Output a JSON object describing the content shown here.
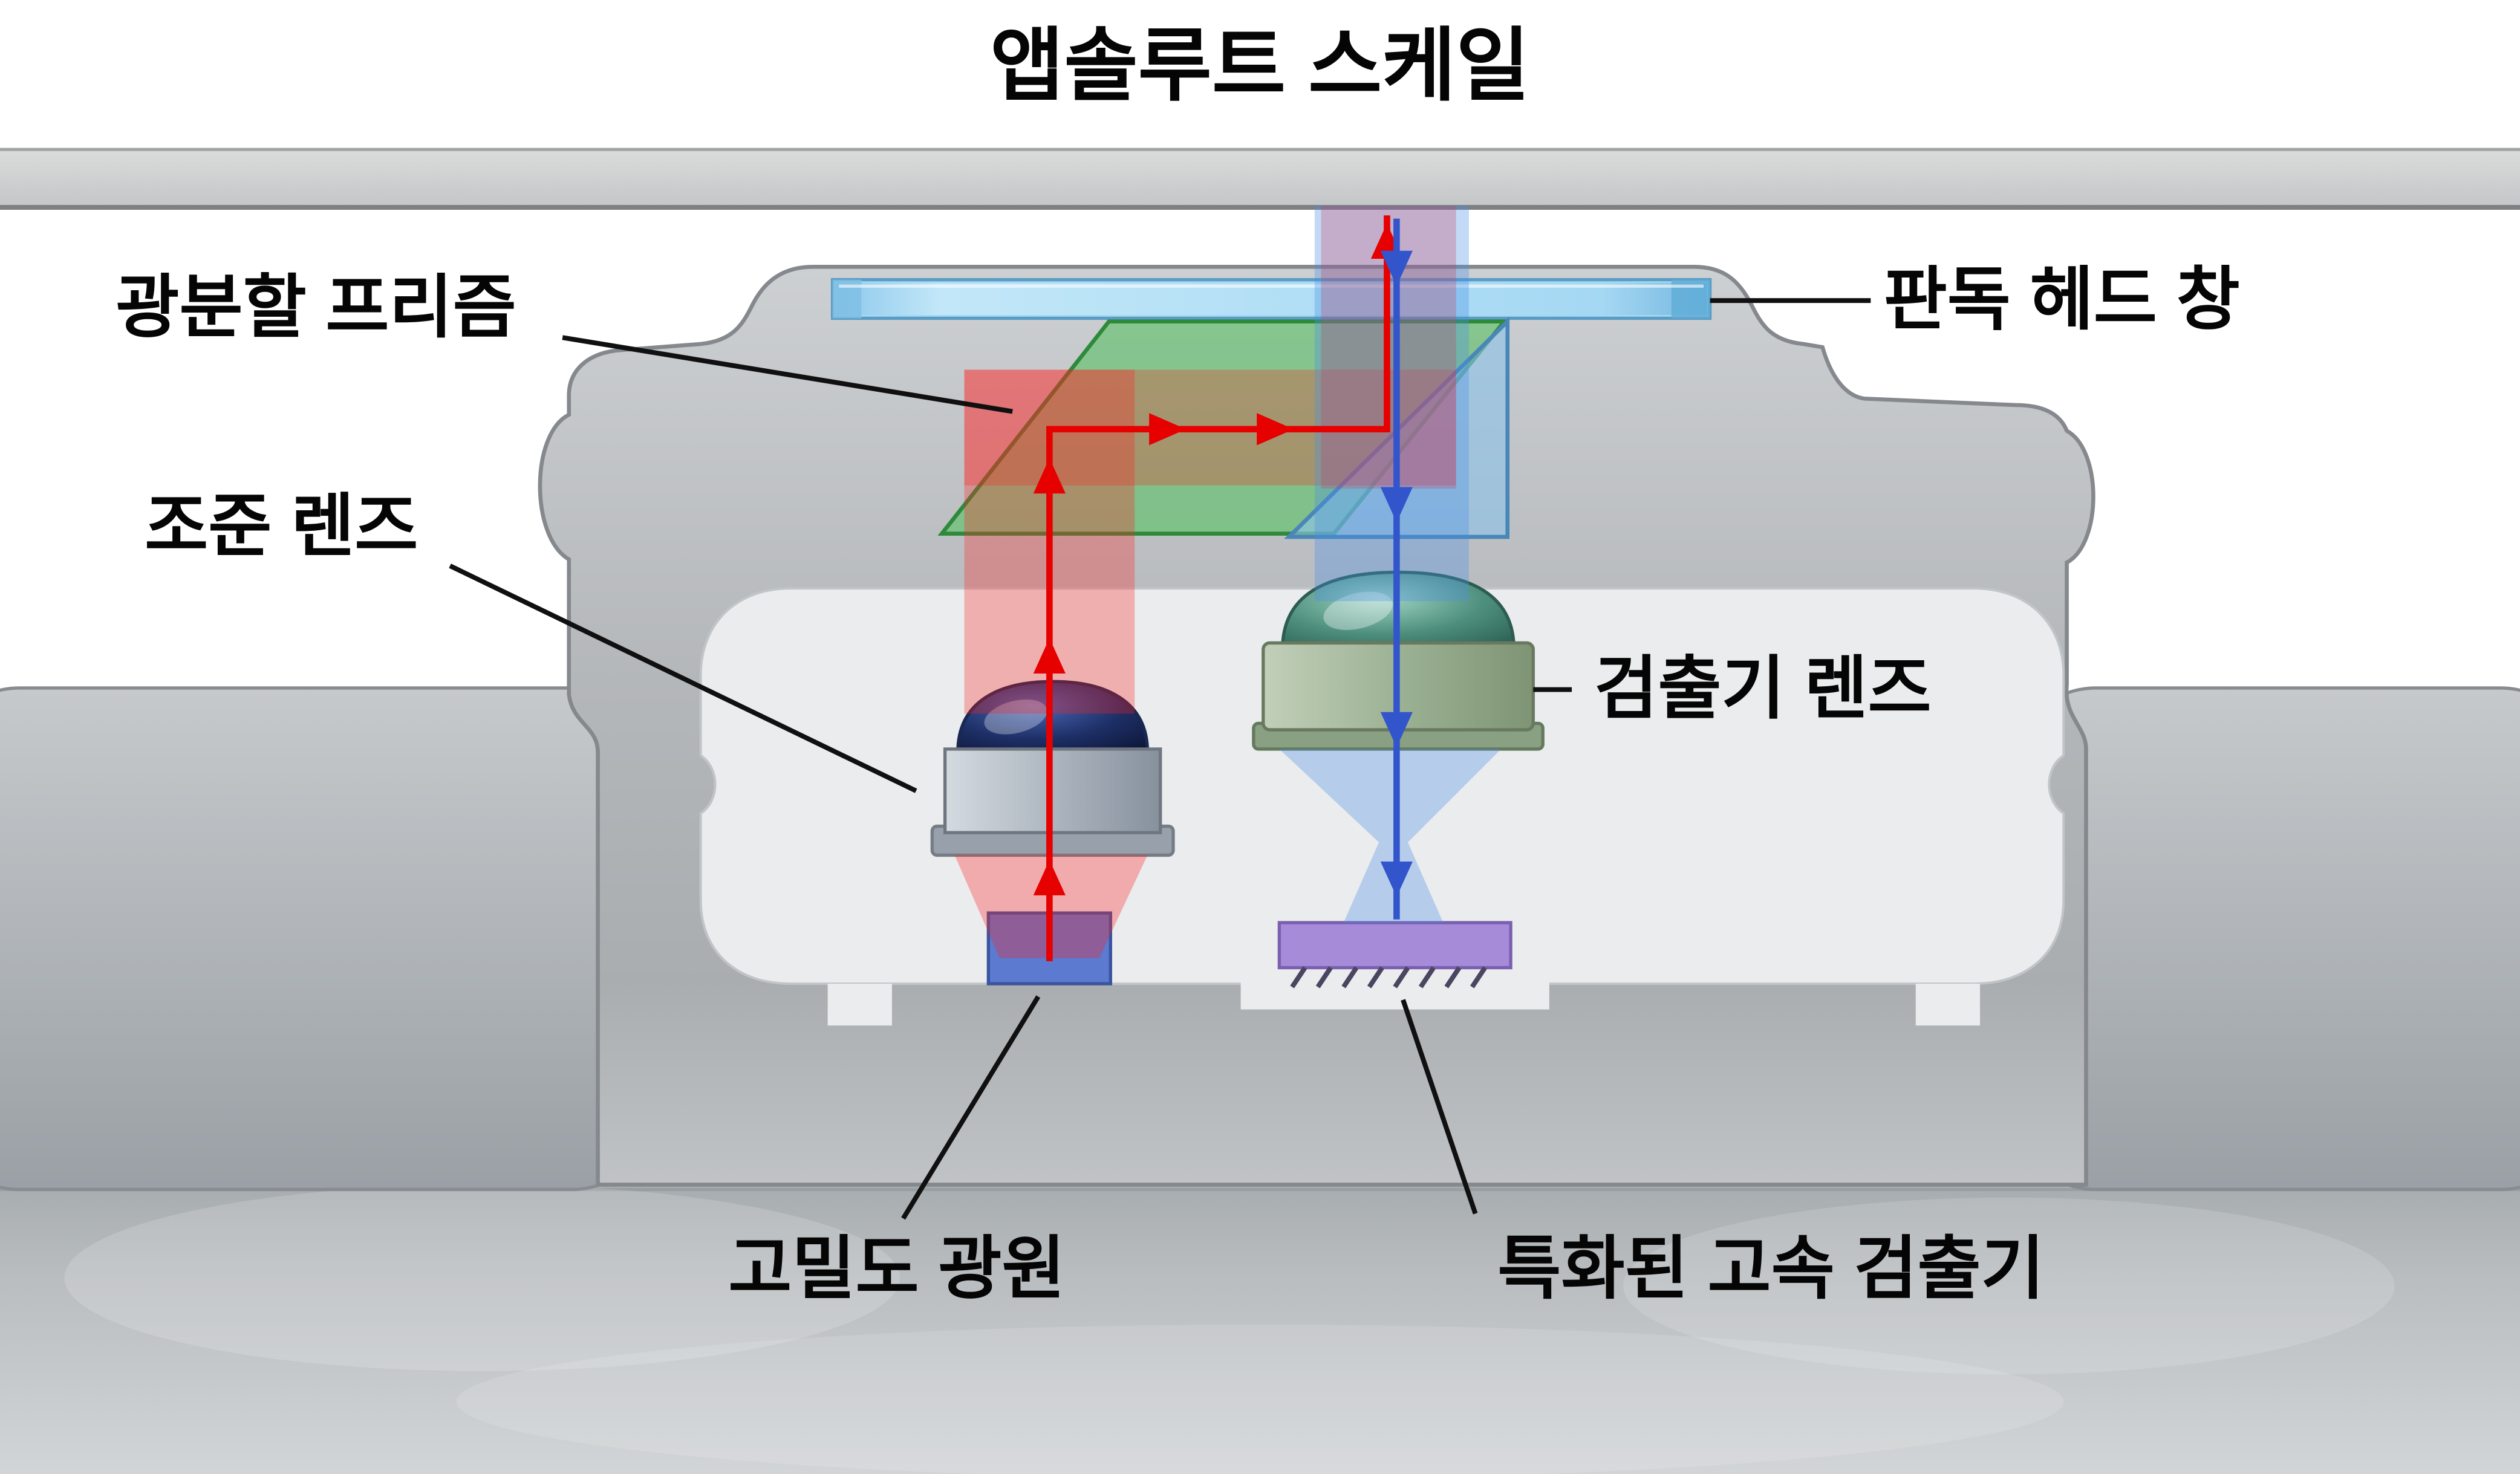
{
  "title": "앱솔루트 스케일",
  "labels": {
    "beam_splitter_prism": "광분할 프리즘",
    "collimating_lens": "조준 렌즈",
    "read_head_window": "판독 헤드 창",
    "detector_lens": "검출기 렌즈",
    "light_source": "고밀도 광원",
    "detector": "특화된 고속 검출기"
  },
  "colors": {
    "beam_red": "#e60000",
    "beam_red_fill": "#ff2222",
    "beam_blue": "#3355cc",
    "beam_blue_fill": "#4a90e8",
    "prism_green": "#4fc05a",
    "prism_green_edge": "#2e8a3a",
    "prism_blue": "#8cc3e8",
    "prism_blue_edge": "#4a86b8",
    "window_blue": "#a5d8f3",
    "window_edge": "#5a9cc4",
    "light_source_blue": "#5b7ad0",
    "detector_purple": "#a58bd8"
  }
}
